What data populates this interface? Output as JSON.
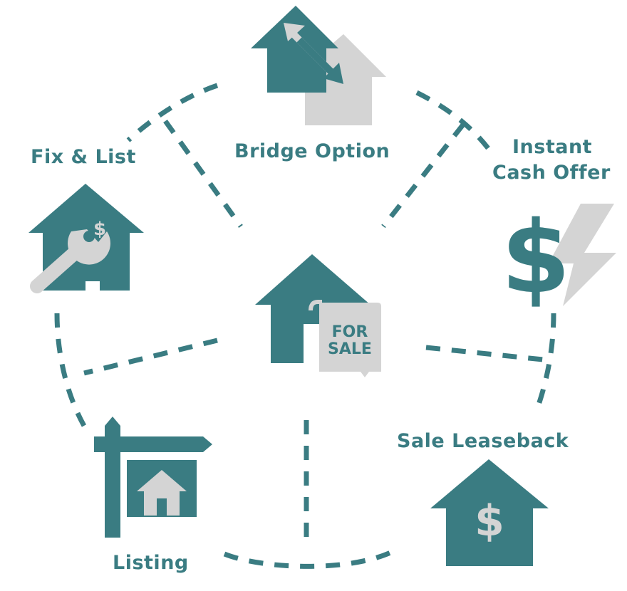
{
  "colors": {
    "teal": "#3a7c82",
    "gray": "#d4d4d4",
    "background": "#ffffff"
  },
  "center": {
    "icon": "house-for-sale-icon",
    "sign_line1": "FOR",
    "sign_line2": "SALE"
  },
  "options": [
    {
      "id": "bridge-option",
      "label": "Bridge Option",
      "icon": "house-swap-arrows-icon"
    },
    {
      "id": "instant-cash-offer",
      "label_line1": "Instant",
      "label_line2": "Cash Offer",
      "icon": "dollar-lightning-icon"
    },
    {
      "id": "sale-leaseback",
      "label": "Sale Leaseback",
      "icon": "house-dollar-icon"
    },
    {
      "id": "listing",
      "label": "Listing",
      "icon": "yard-sign-house-icon"
    },
    {
      "id": "fix-and-list",
      "label": "Fix & List",
      "icon": "house-wrench-icon"
    }
  ]
}
